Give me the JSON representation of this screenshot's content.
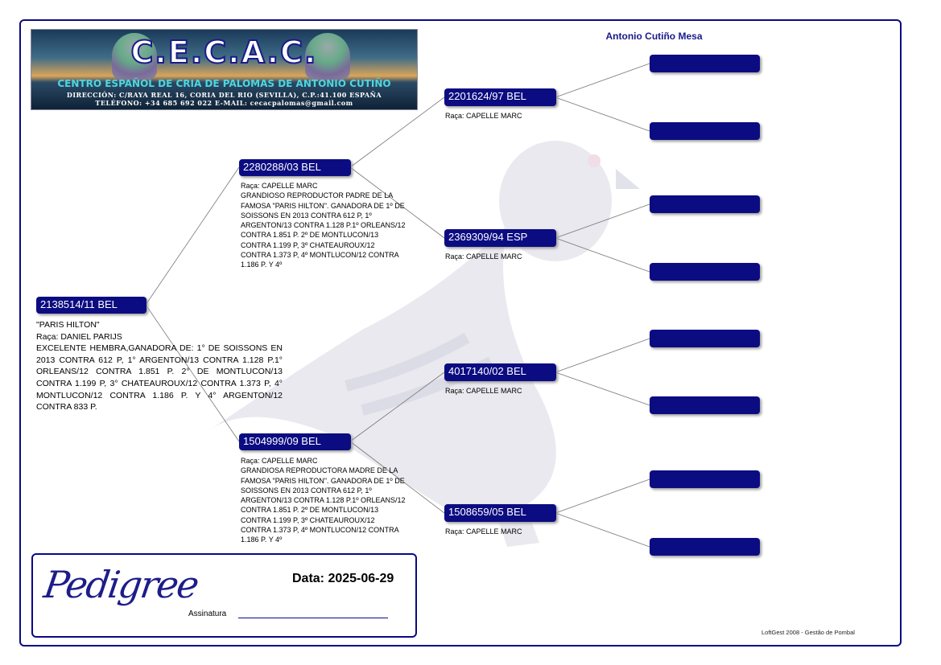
{
  "header": {
    "logo": {
      "title": "C.E.C.A.C.",
      "subtitle": "CENTRO ESPAÑOL DE CRIA DE PALOMAS DE ANTONIO CUTIÑO",
      "address": "DIRECCIÓN: C/RAYA REAL 16, CORIA DEL RIO (SEVILLA), C.P.:41.100 ESPAÑA",
      "contact": "TELÉFONO: +34 685 692 022     E-MAIL: cecacpalomas@gmail.com"
    },
    "owner": "Antonio Cutiño Mesa"
  },
  "subject": {
    "ring": "2138514/11 BEL",
    "name": "\"PARIS HILTON\"",
    "breed": "Raça: DANIEL PARIJS",
    "notes": "EXCELENTE HEMBRA,GANADORA DE: 1° DE SOISSONS EN 2013 CONTRA 612 P, 1° ARGENTON/13 CONTRA 1.128 P.1° ORLEANS/12 CONTRA 1.851 P. 2° DE MONTLUCON/13 CONTRA 1.199 P, 3° CHATEAUROUX/12 CONTRA 1.373 P, 4° MONTLUCON/12 CONTRA 1.186 P. Y 4° ARGENTON/12 CONTRA 833 P."
  },
  "parents": [
    {
      "ring": "2280288/03 BEL",
      "breed": "Raça: CAPELLE MARC",
      "notes": "GRANDIOSO REPRODUCTOR PADRE DE LA FAMOSA \"PARIS HILTON\". GANADORA DE 1º DE SOISSONS EN 2013 CONTRA 612 P, 1º ARGENTON/13 CONTRA 1.128 P.1º ORLEANS/12 CONTRA 1.851 P. 2º DE MONTLUCON/13 CONTRA 1.199 P, 3º CHATEAUROUX/12 CONTRA 1.373 P, 4º MONTLUCON/12 CONTRA 1.186 P. Y 4º"
    },
    {
      "ring": "1504999/09 BEL",
      "breed": "Raça: CAPELLE MARC",
      "notes": "GRANDIOSA REPRODUCTORA MADRE DE LA FAMOSA \"PARIS HILTON\". GANADORA DE 1º DE SOISSONS EN 2013 CONTRA 612 P, 1º ARGENTON/13 CONTRA 1.128 P.1º ORLEANS/12 CONTRA 1.851 P. 2º DE MONTLUCON/13 CONTRA 1.199 P, 3º CHATEAUROUX/12 CONTRA 1.373 P, 4º MONTLUCON/12 CONTRA 1.186 P. Y 4º"
    }
  ],
  "grandparents": [
    {
      "ring": "2201624/97 BEL",
      "breed": "Raça: CAPELLE MARC"
    },
    {
      "ring": "2369309/94 ESP",
      "breed": "Raça: CAPELLE MARC"
    },
    {
      "ring": "4017140/02 BEL",
      "breed": "Raça: CAPELLE MARC"
    },
    {
      "ring": "1508659/05 BEL",
      "breed": "Raça: CAPELLE MARC"
    }
  ],
  "footer_box": {
    "pedigree_title": "Pedigree",
    "date": "Data: 2025-06-29",
    "signature_label": "Assinatura"
  },
  "credit": "LoftGest 2008 - Gestão de Pombal",
  "colors": {
    "navy": "#0c0c82"
  }
}
